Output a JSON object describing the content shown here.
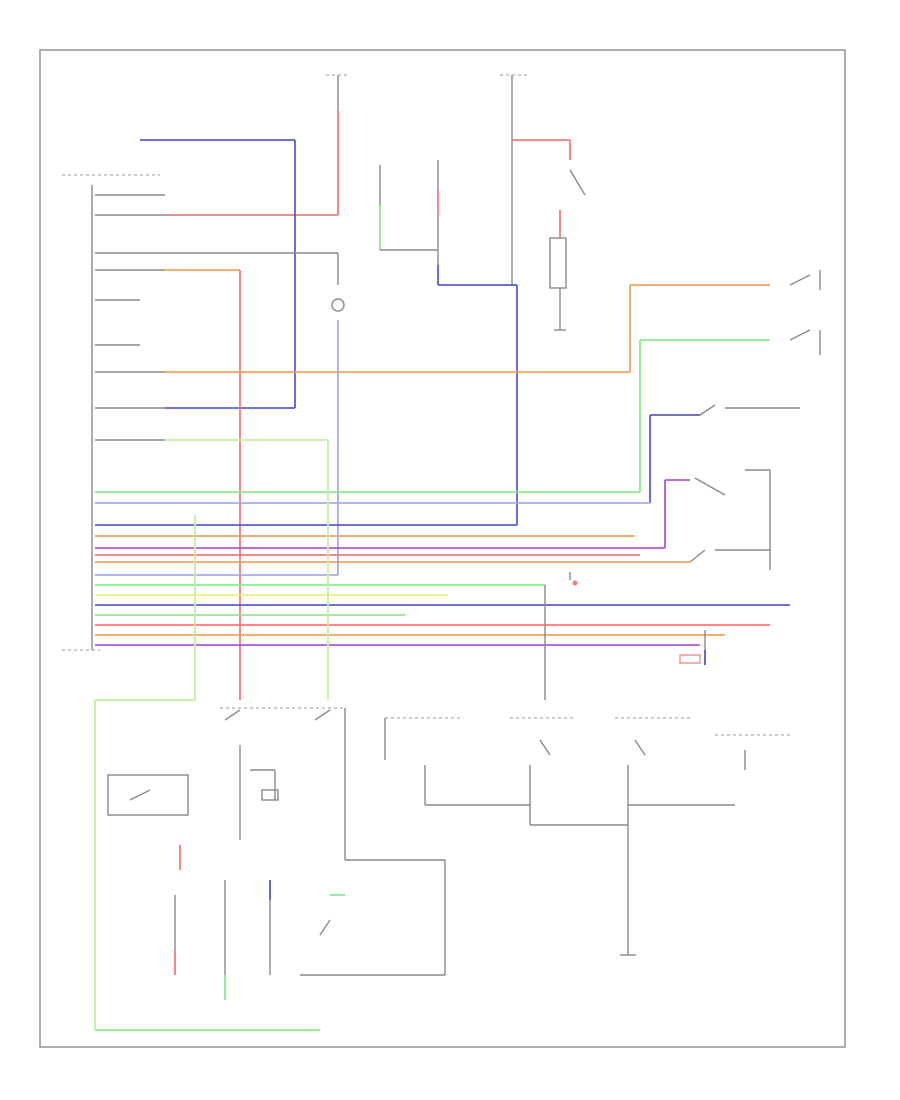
{
  "diagram": {
    "footer_code": "",
    "wire_colors": {
      "red": "#f27a7a",
      "blue": "#5b5bd6",
      "light_blue": "#a9a9f2",
      "orange": "#f2a460",
      "green": "#8ee88e",
      "light_green": "#c2f0a2",
      "yellow": "#eeee80",
      "black": "#8a8a8a",
      "violet": "#b05ad0"
    },
    "components": [
      {
        "id": "hot-at-all-times",
        "label": ""
      },
      {
        "id": "hot-in-run",
        "label": ""
      },
      {
        "id": "time-control-unit",
        "label": ""
      },
      {
        "id": "warning-buzzer",
        "label": ""
      },
      {
        "id": "key-warning-switch",
        "label": ""
      },
      {
        "id": "driver-door-switch",
        "label": ""
      },
      {
        "id": "passenger-door-switch",
        "label": ""
      },
      {
        "id": "trunk-lid-switch",
        "label": ""
      },
      {
        "id": "hood-switch",
        "label": ""
      },
      {
        "id": "door-lock-actuator-rr",
        "label": ""
      },
      {
        "id": "door-lock-actuator-rl",
        "label": ""
      },
      {
        "id": "door-lock-actuator-fr",
        "label": ""
      },
      {
        "id": "door-lock-actuator-fl",
        "label": ""
      },
      {
        "id": "theft-deterrent-indicator",
        "label": ""
      },
      {
        "id": "horn-relay",
        "label": ""
      },
      {
        "id": "headlight-relay",
        "label": ""
      },
      {
        "id": "ground-g1",
        "label": ""
      },
      {
        "id": "ground-g2",
        "label": ""
      }
    ]
  }
}
